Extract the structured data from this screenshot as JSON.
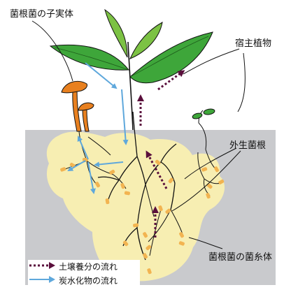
{
  "labels": {
    "fruiting_body": "菌根菌の子実体",
    "host_plant": "宿主植物",
    "ectomycorrhiza": "外生菌根",
    "mycelium": "菌根菌の菌糸体"
  },
  "legend": {
    "soil_nutrient_flow": "土壌養分の流れ",
    "carbohydrate_flow": "炭水化物の流れ"
  },
  "colors": {
    "soil": "#c9cacd",
    "mycelium": "#f7eeb2",
    "hyphae_tips": "#f2b451",
    "mushroom": "#e8801f",
    "leaf": "#3ea63a",
    "nutrient_arrow": "#5a0f3c",
    "carbohydrate_arrow": "#5fa8dc"
  }
}
